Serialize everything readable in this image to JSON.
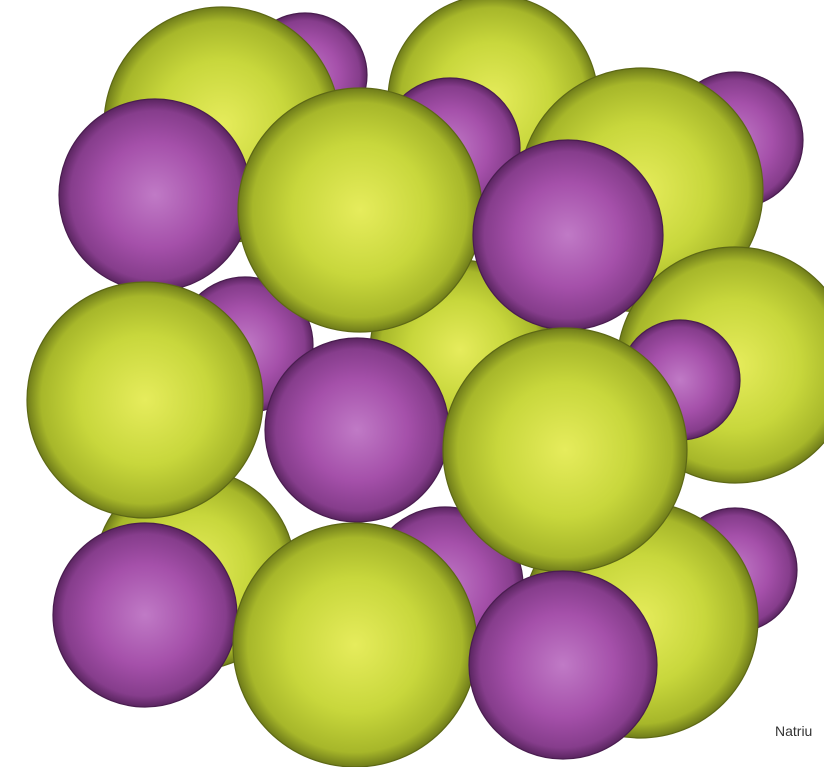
{
  "caption": "Natriu",
  "colors": {
    "sodium_ion": "#a550aa",
    "chloride_ion": "#c8d73c",
    "background": "#ffffff"
  },
  "structure": {
    "type": "ionic-crystal-space-filling-model",
    "lattice": "rock-salt",
    "layers": 3,
    "ion_kinds": [
      "sodium-ion",
      "chloride-ion"
    ]
  }
}
